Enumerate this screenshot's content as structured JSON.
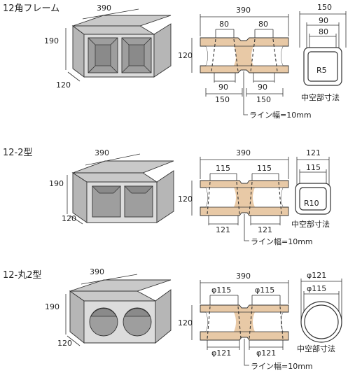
{
  "sections": [
    {
      "title": "12角フレーム",
      "iso": {
        "length": "390",
        "height": "190",
        "depth": "120"
      },
      "plan": {
        "total": "390",
        "top_left": "80",
        "top_right": "80",
        "height": "120",
        "bottom_left": "90",
        "bottom_right": "90",
        "bottom_left_outer": "150",
        "bottom_right_outer": "150",
        "line_note": "ライン幅=10mm"
      },
      "hollow": {
        "outer": "150",
        "mid": "90",
        "inner": "80",
        "radius": "R5",
        "caption": "中空部寸法"
      }
    },
    {
      "title": "12-2型",
      "iso": {
        "length": "390",
        "height": "190",
        "depth": "120"
      },
      "plan": {
        "total": "390",
        "top_left": "115",
        "top_right": "115",
        "height": "120",
        "bottom_left": "121",
        "bottom_right": "121",
        "line_note": "ライン幅=10mm"
      },
      "hollow": {
        "outer": "121",
        "mid": "115",
        "radius": "R10",
        "caption": "中空部寸法"
      }
    },
    {
      "title": "12-丸2型",
      "iso": {
        "length": "390",
        "height": "190",
        "depth": "120"
      },
      "plan": {
        "total": "390",
        "top_left": "φ115",
        "top_right": "φ115",
        "height": "120",
        "bottom_left": "φ121",
        "bottom_right": "φ121",
        "line_note": "ライン幅=10mm"
      },
      "hollow": {
        "outer": "φ121",
        "mid": "φ115",
        "caption": "中空部寸法"
      }
    }
  ]
}
